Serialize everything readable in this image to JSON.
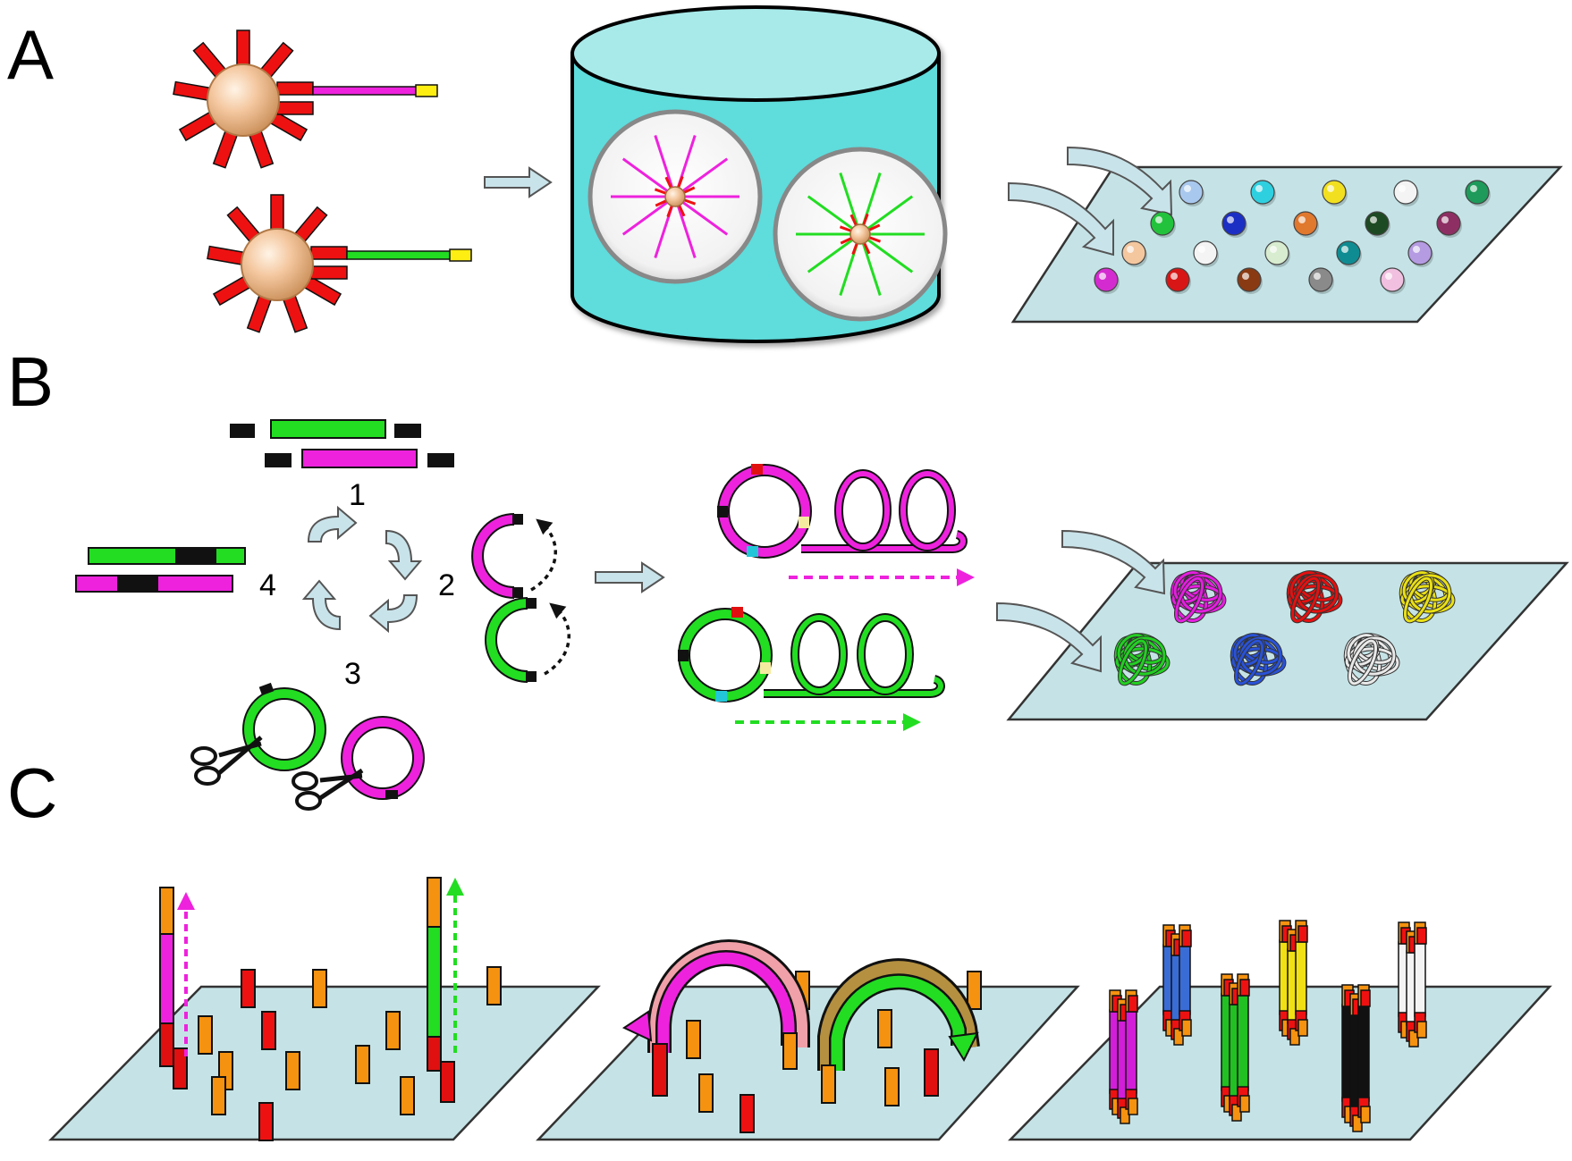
{
  "panels": {
    "a": {
      "label": "A"
    },
    "b": {
      "label": "B",
      "cycle_steps": [
        "1",
        "2",
        "3",
        "4"
      ]
    },
    "c": {
      "label": "C"
    }
  },
  "colors": {
    "magenta": "#ee22dd",
    "green": "#22dd22",
    "red": "#ee1111",
    "orange": "#f59210",
    "yellow": "#ffee11",
    "black": "#111111",
    "arrow_fill": "#c9e3ea",
    "surface": "#c5e3e6",
    "cylinder": "#5fdcdc",
    "cylinder_top": "#a8eaea",
    "bead": "#f4c79f"
  },
  "array_bead_colors": [
    "#a9c8ee",
    "#2ed0e0",
    "#f2e020",
    "#f4f4f4",
    "#1e9a5a",
    "#22c23c",
    "#1c2fc4",
    "#e0782e",
    "#1d4a22",
    "#8e2f63",
    "#f4c79f",
    "#f4f4f4",
    "#d8ecd0",
    "#0f8c92",
    "#b59be2",
    "#d42bd0",
    "#d81616",
    "#8a3a12",
    "#8a8a8a",
    "#f1bfe0"
  ],
  "nanoball_colors": [
    "#e51ee0",
    "#e51010",
    "#eae014",
    "#22d022",
    "#2952d8",
    "#e9e9e9"
  ],
  "bundle_colors": [
    "#d21ed8",
    "#3a6cd6",
    "#22c022",
    "#f0e014",
    "#111111",
    "#f4f4f4"
  ]
}
